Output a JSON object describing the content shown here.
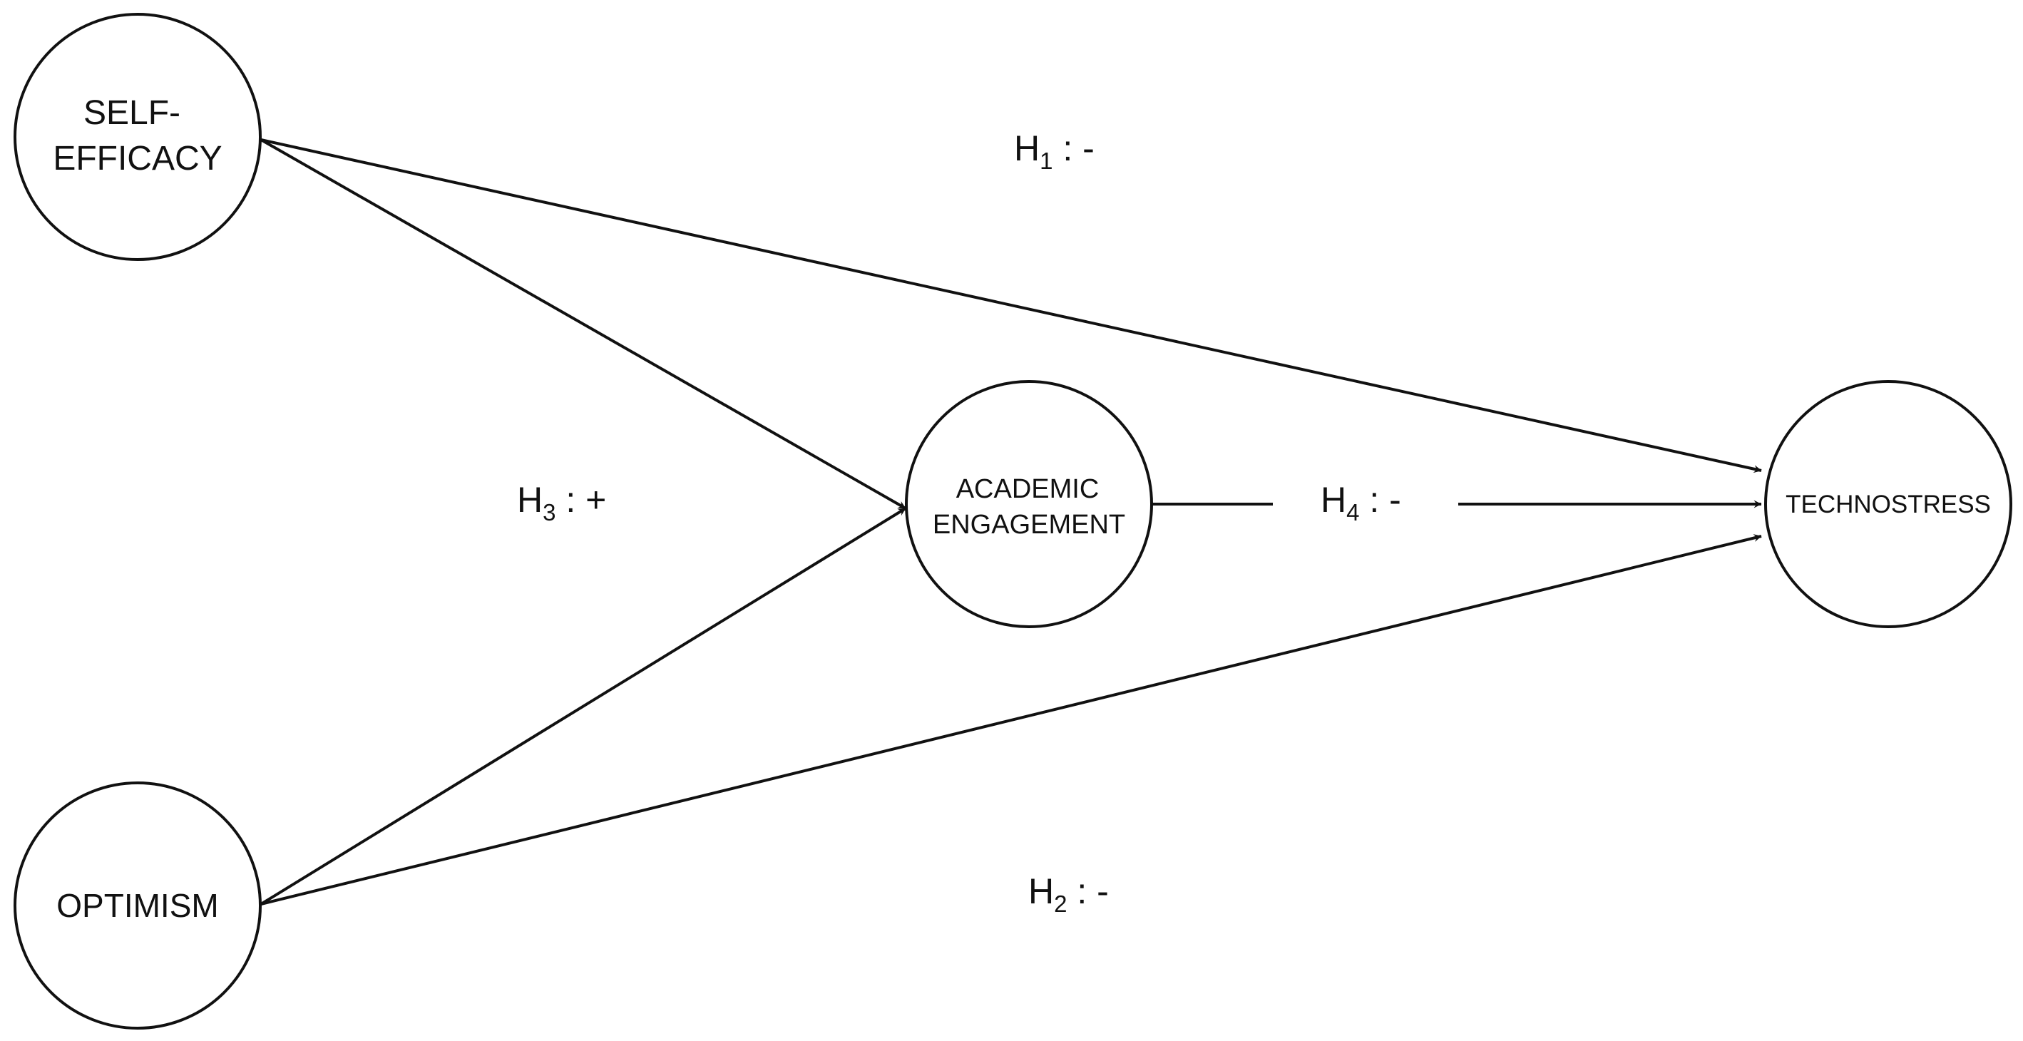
{
  "nodes": {
    "self_efficacy": {
      "line1": "SELF-",
      "line2": "EFFICACY"
    },
    "optimism": {
      "label": "OPTIMISM"
    },
    "academic_engagement": {
      "line1": "ACADEMIC",
      "line2": "ENGAGEMENT"
    },
    "technostress": {
      "label": "TECHNOSTRESS"
    }
  },
  "hypotheses": {
    "h1": {
      "letter": "H",
      "index": "1",
      "sign": " : -"
    },
    "h2": {
      "letter": "H",
      "index": "2",
      "sign": " : -"
    },
    "h3": {
      "letter": "H",
      "index": "3",
      "sign": " : +"
    },
    "h4": {
      "letter": "H",
      "index": "4",
      "sign": " : -"
    }
  },
  "edges": [
    {
      "from": "SELF-EFFICACY",
      "to": "TECHNOSTRESS"
    },
    {
      "from": "SELF-EFFICACY",
      "to": "ACADEMIC ENGAGEMENT"
    },
    {
      "from": "OPTIMISM",
      "to": "ACADEMIC ENGAGEMENT"
    },
    {
      "from": "OPTIMISM",
      "to": "TECHNOSTRESS"
    },
    {
      "from": "ACADEMIC ENGAGEMENT",
      "to": "TECHNOSTRESS"
    }
  ]
}
